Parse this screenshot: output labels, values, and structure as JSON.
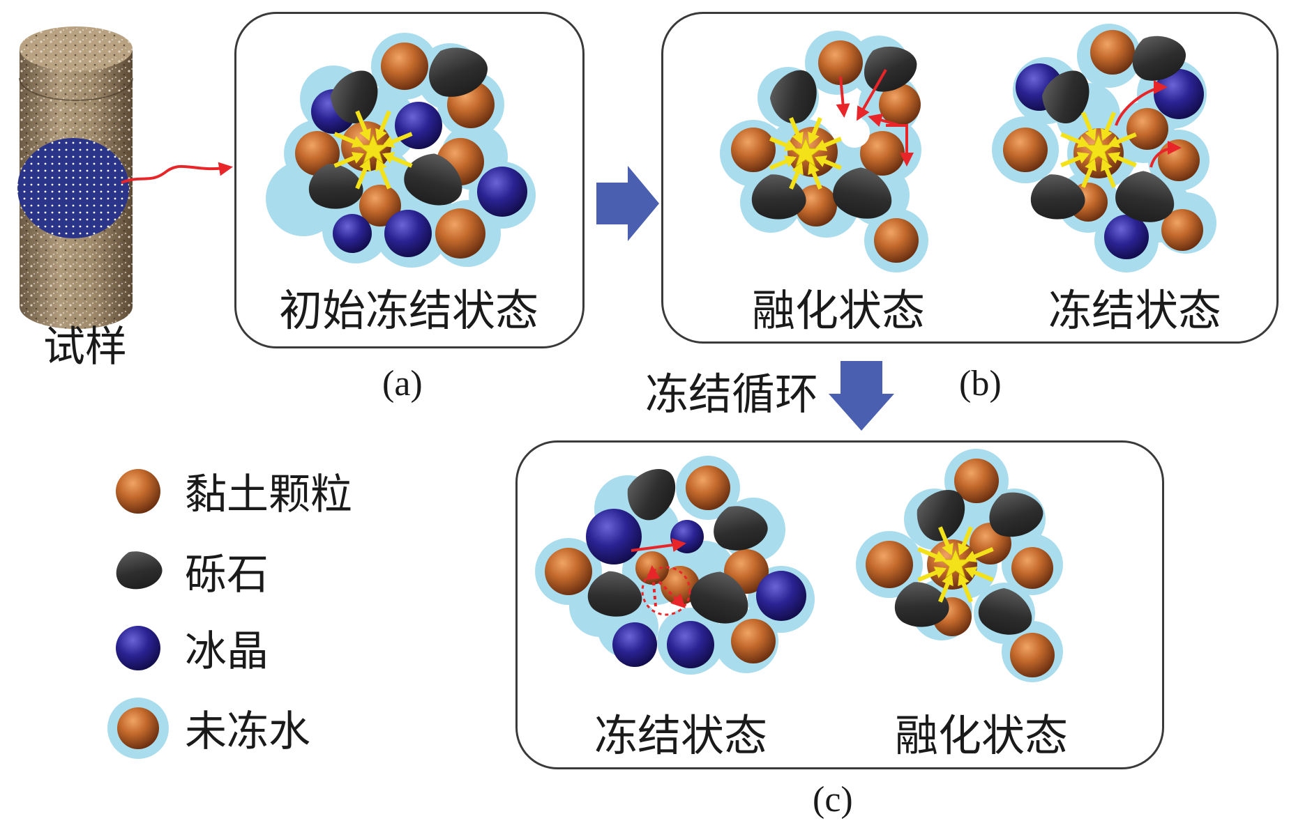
{
  "sample": {
    "label": "试样"
  },
  "panels": {
    "a": {
      "caption": "(a)",
      "states": [
        "初始冻结状态"
      ]
    },
    "b": {
      "caption": "(b)",
      "states": [
        "融化状态",
        "冻结状态"
      ]
    },
    "c": {
      "caption": "(c)",
      "states": [
        "冻结状态",
        "融化状态"
      ]
    }
  },
  "cycle_label": "冻结循环",
  "legend": [
    {
      "icon": "clay-particle-icon",
      "label": "黏土颗粒"
    },
    {
      "icon": "gravel-icon",
      "label": "砾石"
    },
    {
      "icon": "ice-crystal-icon",
      "label": "冰晶"
    },
    {
      "icon": "unfrozen-water-icon",
      "label": "未冻水"
    }
  ],
  "colors": {
    "clay": "#b8602a",
    "gravel": "#2f2f2f",
    "ice": "#28208a",
    "water": "#a9dcec",
    "arrow_blue": "#4a5fb0",
    "force_arrow": "#f3e21a",
    "migration_arrow": "#e8262a"
  }
}
